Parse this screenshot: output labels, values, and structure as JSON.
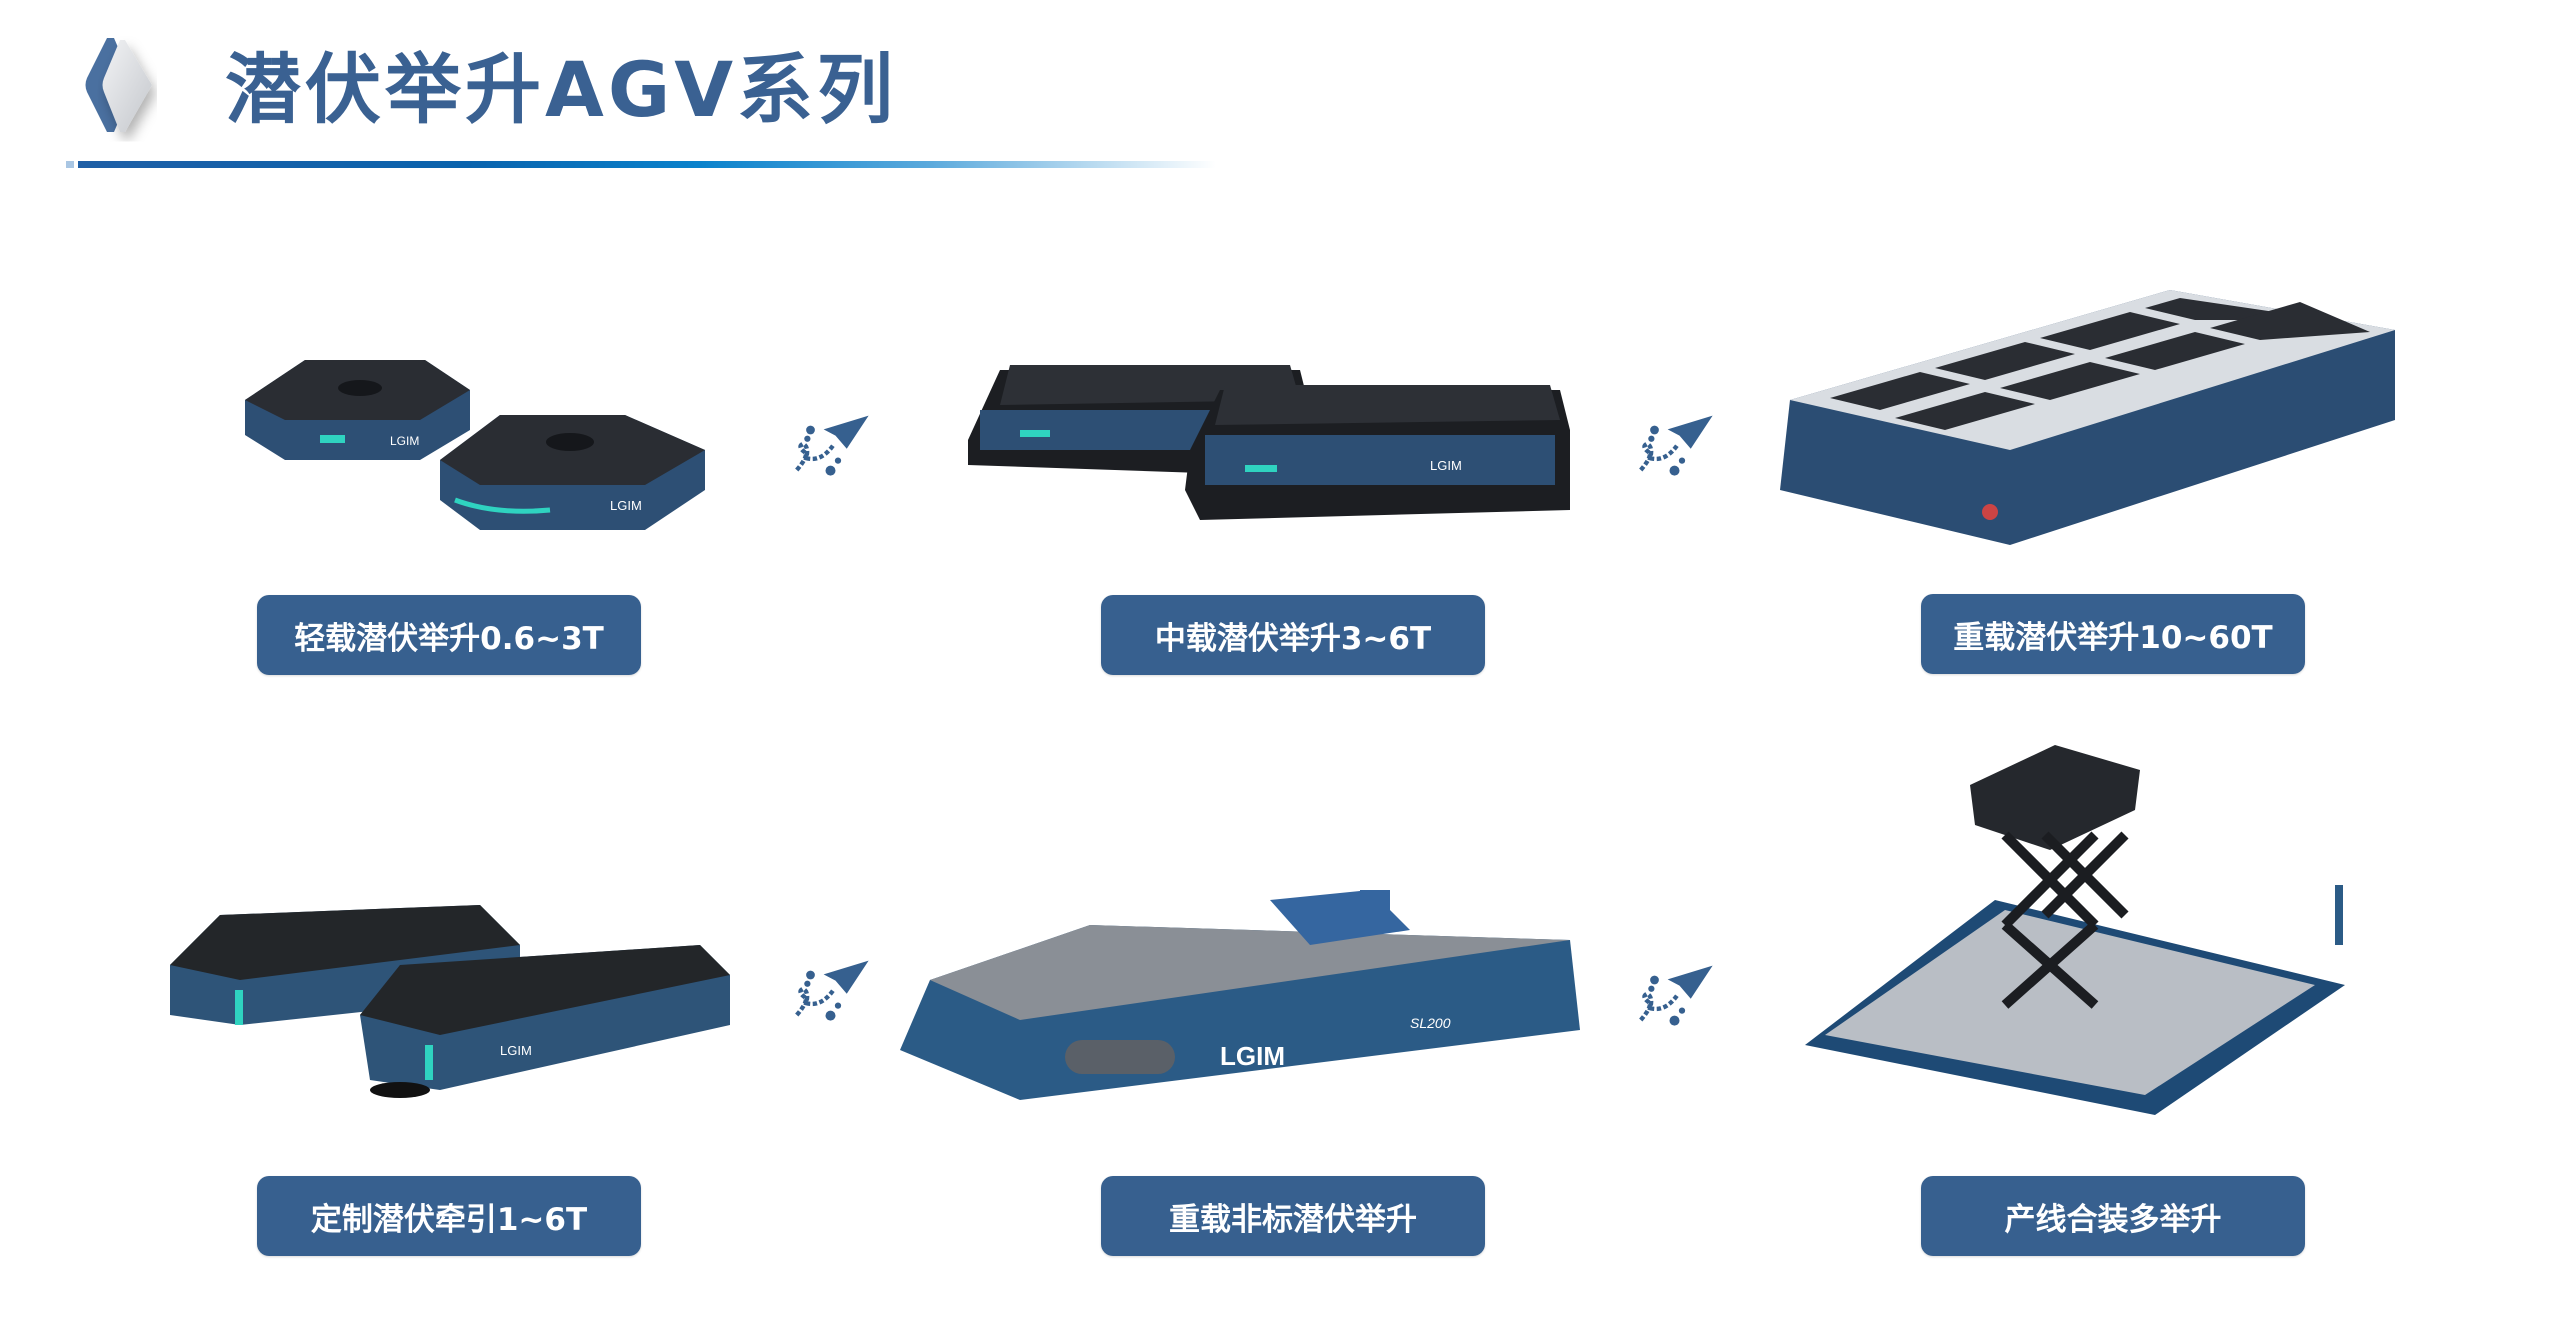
{
  "header": {
    "title": "潜伏举升AGV系列",
    "accent_color": "#3a6192"
  },
  "products": [
    {
      "label": "轻载潜伏举升0.6~3T",
      "icon": "light-load-agv"
    },
    {
      "label": "中载潜伏举升3~6T",
      "icon": "medium-load-agv"
    },
    {
      "label": "重载潜伏举升10~60T",
      "icon": "heavy-load-agv"
    },
    {
      "label": "定制潜伏牵引1~6T",
      "icon": "custom-towing-agv"
    },
    {
      "label": "重载非标潜伏举升",
      "icon": "heavy-nonstandard-agv"
    },
    {
      "label": "产线合装多举升",
      "icon": "assembly-multi-lift-agv"
    }
  ],
  "brand": {
    "logo_text": "LGIM",
    "model_text": "SL200"
  }
}
